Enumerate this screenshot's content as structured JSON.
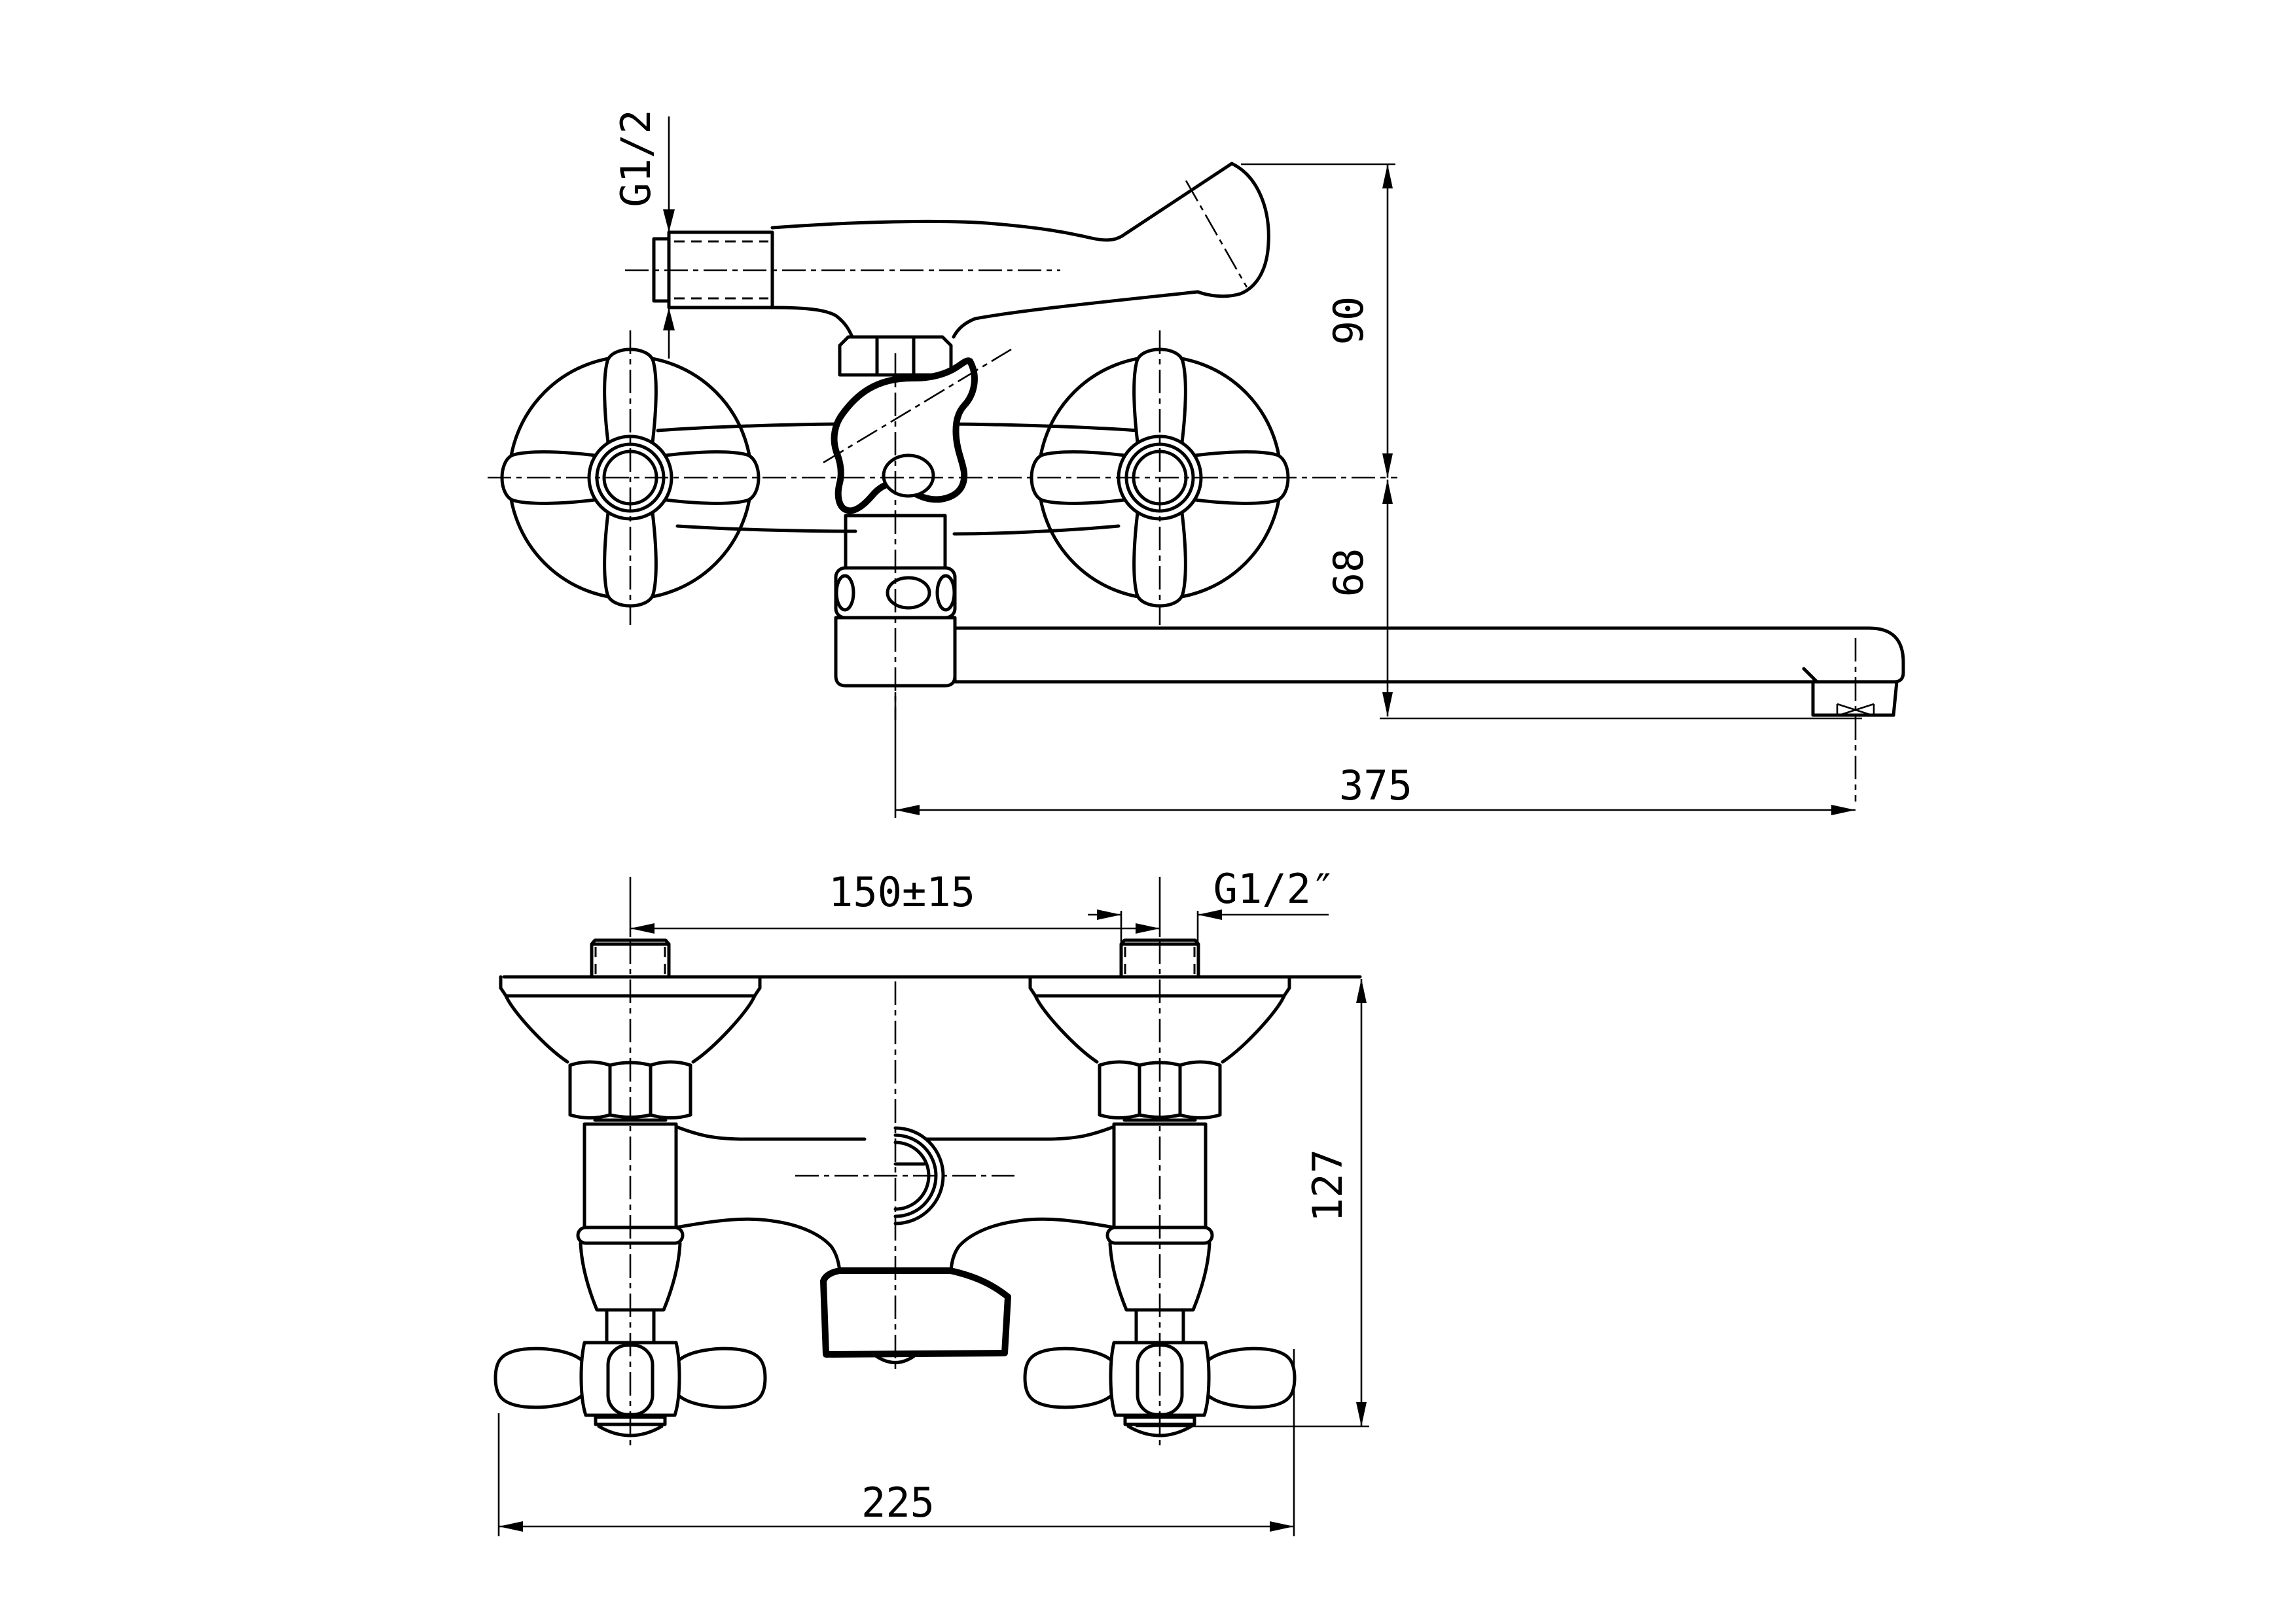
{
  "drawing": {
    "type": "technical-dimension-drawing",
    "subject": "wall-mounted two-handle mixer faucet with swivel spout",
    "background_color": "#ffffff",
    "line_color": "#000000",
    "views": {
      "front_view": "upper drawing - front elevation",
      "top_view": "lower drawing - plan projection"
    },
    "dimensions": {
      "thread_top": {
        "label": "G1/2",
        "orientation": "vertical-rotated",
        "meaning": "shower hose connection thread"
      },
      "height_top": {
        "label": "90",
        "orientation": "vertical-rotated",
        "meaning": "body top to valve axis"
      },
      "height_spout": {
        "label": "68",
        "orientation": "vertical-rotated",
        "meaning": "valve axis to spout outlet"
      },
      "spout_reach": {
        "label": "375",
        "orientation": "horizontal",
        "meaning": "center to spout outlet"
      },
      "centers": {
        "label": "150±15",
        "orientation": "horizontal",
        "meaning": "inlet connection centers"
      },
      "thread_wall": {
        "label": "G1/2″",
        "orientation": "horizontal",
        "meaning": "wall inlet thread"
      },
      "depth": {
        "label": "127",
        "orientation": "vertical-rotated",
        "meaning": "wall to front of handles"
      },
      "width_total": {
        "label": "225",
        "orientation": "horizontal",
        "meaning": "overall width over handles"
      }
    }
  }
}
